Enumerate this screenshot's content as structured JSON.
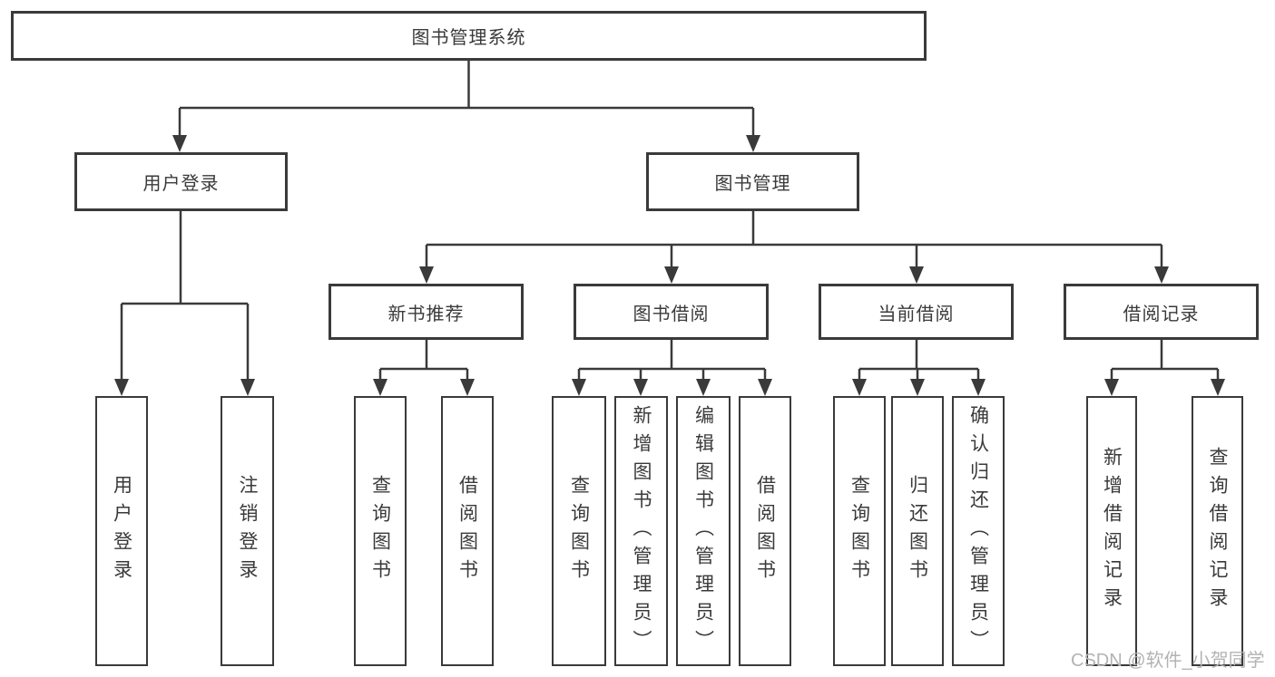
{
  "tree": {
    "root": {
      "label": "图书管理系统"
    },
    "branches": [
      {
        "label": "用户登录",
        "children": [
          {
            "label": "用户登录"
          },
          {
            "label": "注销登录"
          }
        ]
      },
      {
        "label": "图书管理",
        "children": [
          {
            "label": "新书推荐",
            "children": [
              {
                "label": "查询图书"
              },
              {
                "label": "借阅图书"
              }
            ]
          },
          {
            "label": "图书借阅",
            "children": [
              {
                "label": "查询图书"
              },
              {
                "label": "新增图书（管理员）"
              },
              {
                "label": "编辑图书（管理员）"
              },
              {
                "label": "借阅图书"
              }
            ]
          },
          {
            "label": "当前借阅",
            "children": [
              {
                "label": "查询图书"
              },
              {
                "label": "归还图书"
              },
              {
                "label": "确认归还（管理员）"
              }
            ]
          },
          {
            "label": "借阅记录",
            "children": [
              {
                "label": "新增借阅记录"
              },
              {
                "label": "查询借阅记录"
              }
            ]
          }
        ]
      }
    ]
  },
  "watermark": {
    "text": "CSDN @软件_小贺同学"
  },
  "colors": {
    "line": "#3a3a3a",
    "text": "#3a3a3a",
    "watermark": "#b3b3b3",
    "background": "#ffffff"
  }
}
